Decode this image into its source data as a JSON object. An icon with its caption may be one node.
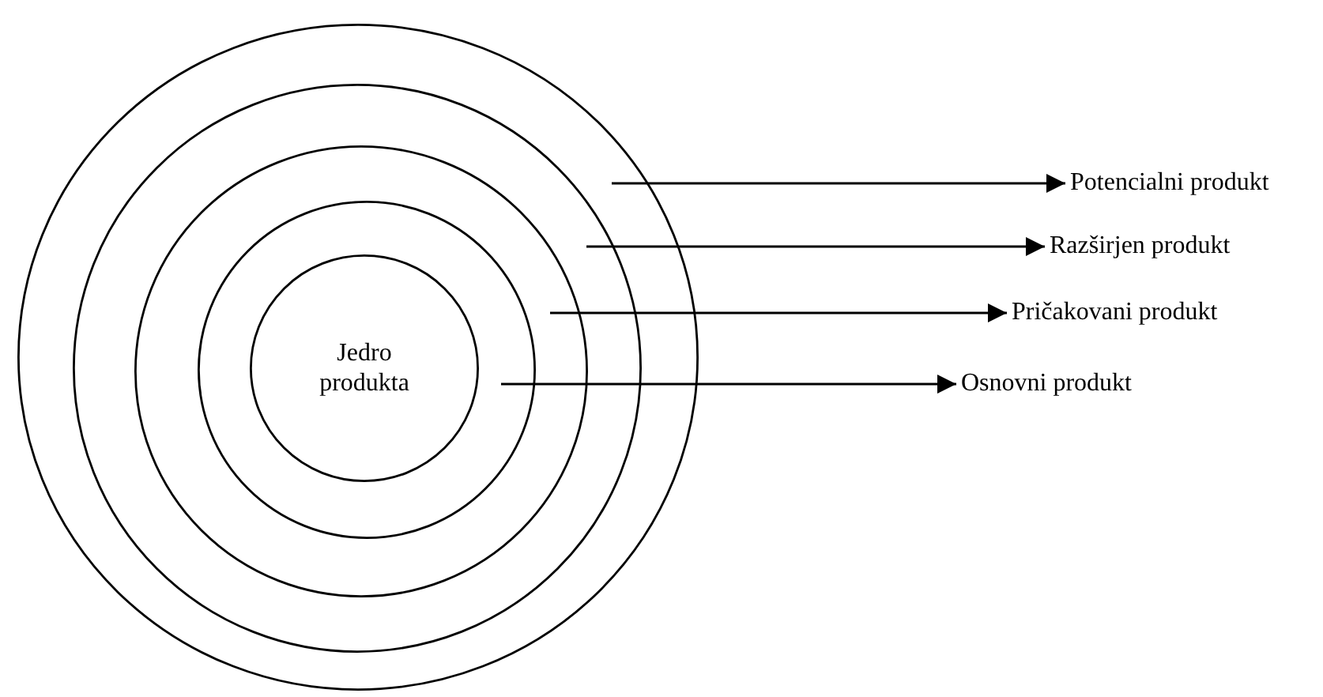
{
  "diagram": {
    "nodes": [
      {
        "text": [],
        "shape": "circle"
      },
      {
        "text": [],
        "shape": "circle",
        "in": 0
      },
      {
        "text": [],
        "shape": "circle",
        "in": 1
      },
      {
        "text": [],
        "shape": "circle",
        "in": 2
      },
      {
        "text": [
          "Jedro produkta"
        ],
        "in": 3
      },
      {
        "text": [
          "Potencialni produkt"
        ]
      },
      {
        "text": [
          "Razširjen produkt"
        ]
      },
      {
        "text": [
          "Pričakovani produkt"
        ]
      },
      {
        "text": [
          "Osnovni produkt"
        ]
      }
    ],
    "edges": [
      {
        "from": 0,
        "to": 5,
        "arrow": "to"
      },
      {
        "from": 1,
        "to": 6,
        "arrow": "to"
      },
      {
        "from": 2,
        "to": 7,
        "arrow": "to"
      },
      {
        "from": 3,
        "to": 8,
        "arrow": "to"
      }
    ]
  }
}
